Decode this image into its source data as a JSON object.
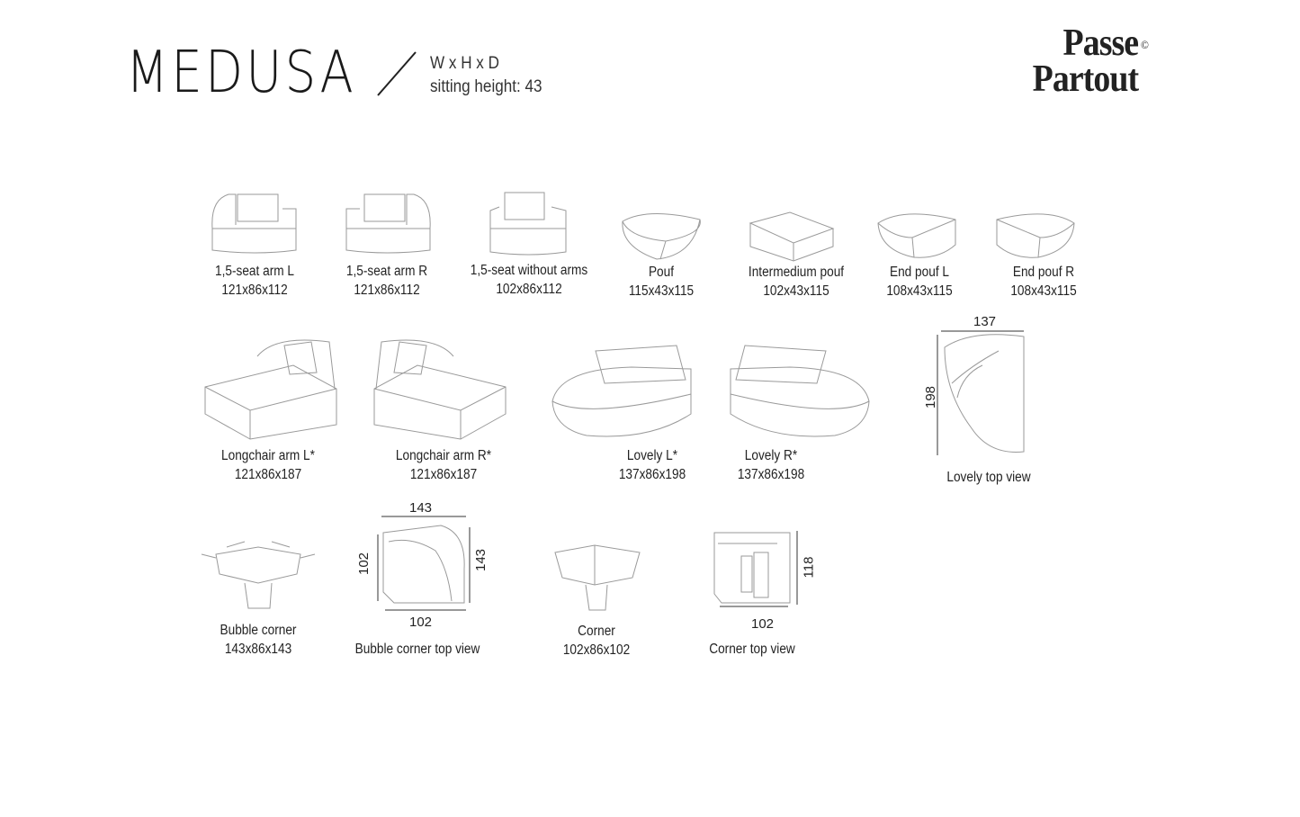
{
  "header": {
    "title": "MEDUSA",
    "dims_label": "W x H x D",
    "sitting_height": "sitting height: 43"
  },
  "logo": {
    "line1": "Passe",
    "line2": "Partout",
    "copyright": "©"
  },
  "items": [
    {
      "name": "1,5-seat arm L",
      "size": "121x86x112"
    },
    {
      "name": "1,5-seat arm R",
      "size": "121x86x112"
    },
    {
      "name": "1,5-seat without arms",
      "size": "102x86x112"
    },
    {
      "name": "Pouf",
      "size": "115x43x115"
    },
    {
      "name": "Intermedium pouf",
      "size": "102x43x115"
    },
    {
      "name": "End pouf L",
      "size": "108x43x115"
    },
    {
      "name": "End pouf R",
      "size": "108x43x115"
    },
    {
      "name": "Longchair arm L*",
      "size": "121x86x187"
    },
    {
      "name": "Longchair arm R*",
      "size": "121x86x187"
    },
    {
      "name": "Lovely L*",
      "size": "137x86x198"
    },
    {
      "name": "Lovely R*",
      "size": "137x86x198"
    },
    {
      "name": "Lovely top view"
    },
    {
      "name": "Bubble corner",
      "size": "143x86x143"
    },
    {
      "name": "Bubble corner top view"
    },
    {
      "name": "Corner",
      "size": "102x86x102"
    },
    {
      "name": "Corner top view"
    }
  ],
  "dimensions": {
    "lovely_top_w": "137",
    "lovely_top_d": "198",
    "bubble_top_w": "143",
    "bubble_top_left": "102",
    "bubble_top_right": "143",
    "bubble_top_bottom": "102",
    "corner_top_d": "118",
    "corner_top_w": "102"
  }
}
